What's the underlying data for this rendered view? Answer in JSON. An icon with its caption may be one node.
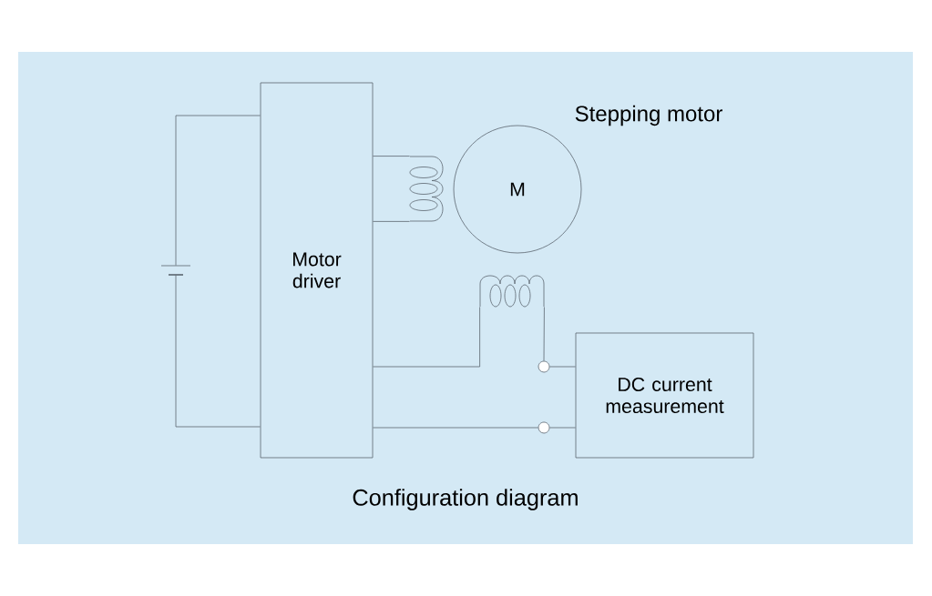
{
  "diagram": {
    "caption": "Configuration diagram",
    "nodes": [
      {
        "text": [
          "Motor driver"
        ]
      },
      {
        "text": [
          "M"
        ],
        "beside": [
          "Stepping motor"
        ]
      },
      {
        "text": [
          "DC current measurement"
        ]
      },
      {
        "text": [],
        "shape": "battery"
      },
      {
        "text": [],
        "shape": "coil"
      },
      {
        "text": [],
        "shape": "coil"
      },
      {
        "text": [],
        "shape": "circle"
      },
      {
        "text": [],
        "shape": "circle"
      }
    ],
    "edges": [
      {
        "from": 3,
        "to": 0,
        "arrow": "none"
      },
      {
        "from": 3,
        "to": 0,
        "arrow": "none"
      },
      {
        "from": 0,
        "to": 4,
        "arrow": "none"
      },
      {
        "from": 0,
        "to": 4,
        "arrow": "none"
      },
      {
        "from": 0,
        "to": 5,
        "arrow": "none"
      },
      {
        "from": 5,
        "to": 6,
        "arrow": "none"
      },
      {
        "from": 6,
        "to": 2,
        "arrow": "none"
      },
      {
        "from": 0,
        "to": 7,
        "arrow": "none"
      },
      {
        "from": 7,
        "to": 2,
        "arrow": "none"
      }
    ]
  }
}
